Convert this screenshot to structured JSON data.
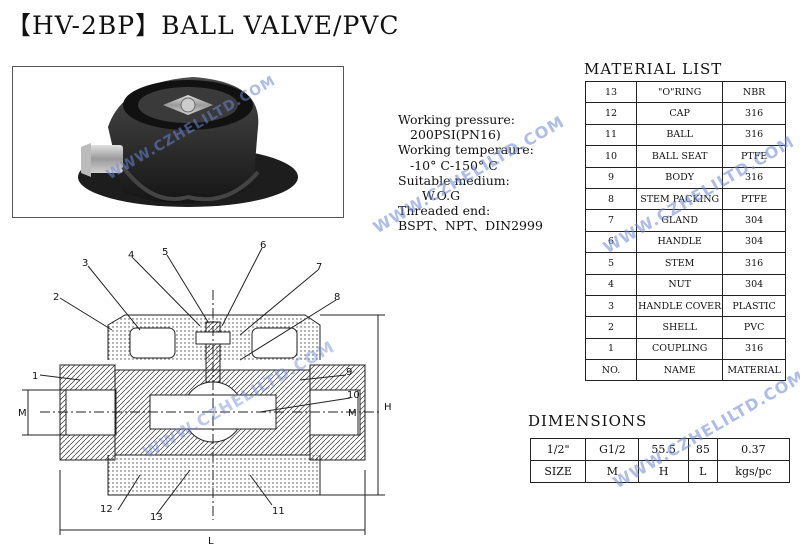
{
  "title": "【HV-2BP】BALL VALVE/PVC",
  "specs": {
    "pressure_label": "Working pressure:",
    "pressure_value": "200PSI(PN16)",
    "temp_label": "Working temperaure:",
    "temp_value": "-10° C-150° C",
    "medium_label": "Suitable medium:",
    "medium_value": "W.O.G",
    "thread_label": "Threaded end:",
    "thread_value": "BSPT、NPT、DIN2999"
  },
  "material_list": {
    "title": "MATERIAL LIST",
    "rows": [
      {
        "no": "13",
        "name": "\"O\"RING",
        "material": "NBR"
      },
      {
        "no": "12",
        "name": "CAP",
        "material": "316"
      },
      {
        "no": "11",
        "name": "BALL",
        "material": "316"
      },
      {
        "no": "10",
        "name": "BALL SEAT",
        "material": "PTFE"
      },
      {
        "no": "9",
        "name": "BODY",
        "material": "316"
      },
      {
        "no": "8",
        "name": "STEM PACKING",
        "material": "PTFE"
      },
      {
        "no": "7",
        "name": "GLAND",
        "material": "304"
      },
      {
        "no": "6",
        "name": "HANDLE",
        "material": "304"
      },
      {
        "no": "5",
        "name": "STEM",
        "material": "316"
      },
      {
        "no": "4",
        "name": "NUT",
        "material": "304"
      },
      {
        "no": "3",
        "name": "HANDLE COVER",
        "material": "PLASTIC"
      },
      {
        "no": "2",
        "name": "SHELL",
        "material": "PVC"
      },
      {
        "no": "1",
        "name": "COUPLING",
        "material": "316"
      }
    ],
    "header": {
      "no": "NO.",
      "name": "NAME",
      "material": "MATERIAL"
    }
  },
  "dimensions": {
    "title": "DIMENSIONS",
    "values": [
      "1/2\"",
      "G1/2",
      "55.5",
      "85",
      "0.37"
    ],
    "labels": [
      "SIZE",
      "M",
      "H",
      "L",
      "kgs/pc"
    ]
  },
  "drawing": {
    "callouts": [
      "1",
      "2",
      "3",
      "4",
      "5",
      "6",
      "7",
      "8",
      "9",
      "10",
      "11",
      "12",
      "13"
    ],
    "dim_m": "M",
    "dim_h": "H",
    "dim_l": "L"
  },
  "watermark": "WWW.CZHELILTD.COM",
  "colors": {
    "line": "#222222",
    "watermark": "#6c87d6",
    "photo_body": "#2a2a2a"
  }
}
